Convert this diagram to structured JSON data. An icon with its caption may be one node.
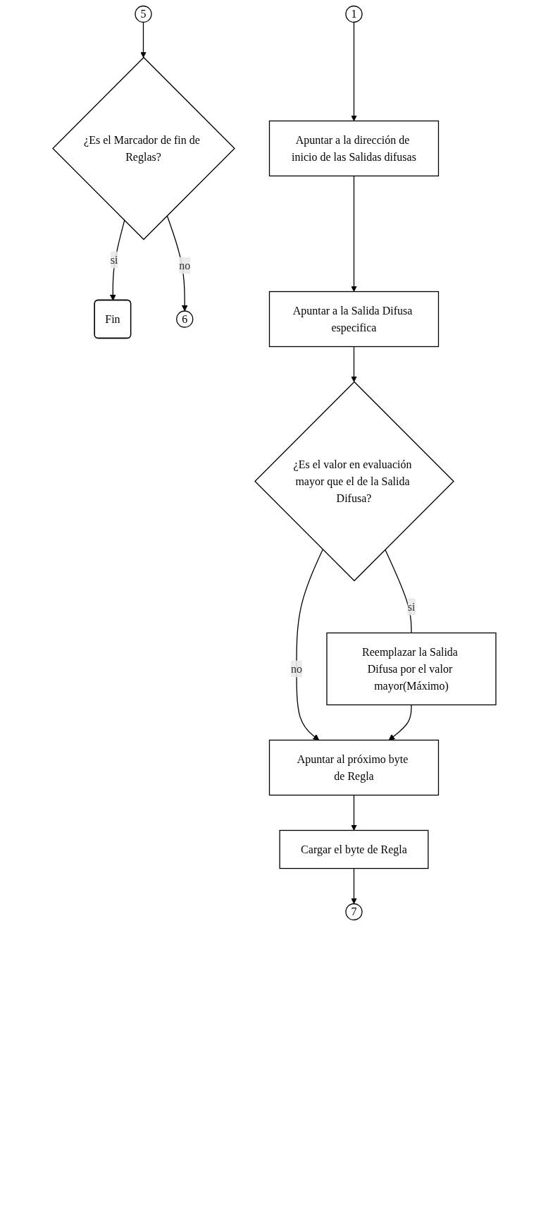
{
  "diagram": {
    "nodes": [
      {
        "text": [
          "5"
        ]
      },
      {
        "text": [
          "¿Es el Marcador de fin de Reglas?"
        ]
      },
      {
        "text": [
          "Fin"
        ]
      },
      {
        "text": [
          "6"
        ]
      },
      {
        "text": [
          "1"
        ]
      },
      {
        "text": [
          "Apuntar a la dirección de inicio de las Salidas difusas"
        ]
      },
      {
        "text": [
          "Apuntar a la Salida Difusa especifica"
        ]
      },
      {
        "text": [
          "¿Es el valor en evaluación mayor que el de la Salida Difusa?"
        ]
      },
      {
        "text": [
          "Reemplazar la Salida Difusa por el valor mayor(Máximo)"
        ]
      },
      {
        "text": [
          "Apuntar al próximo byte de Regla"
        ]
      },
      {
        "text": [
          "Cargar el byte de Regla"
        ]
      },
      {
        "text": [
          "7"
        ]
      }
    ],
    "edges": [
      {
        "from": 0,
        "to": 1,
        "arrow": "to"
      },
      {
        "from": 1,
        "to": 2,
        "arrow": "to",
        "label": "si"
      },
      {
        "from": 1,
        "to": 3,
        "arrow": "to",
        "label": "no"
      },
      {
        "from": 4,
        "to": 5,
        "arrow": "to"
      },
      {
        "from": 5,
        "to": 6,
        "arrow": "to"
      },
      {
        "from": 6,
        "to": 7,
        "arrow": "to"
      },
      {
        "from": 7,
        "to": 8,
        "arrow": "none",
        "label": "si"
      },
      {
        "from": 7,
        "to": 9,
        "arrow": "to",
        "label": "no"
      },
      {
        "from": 8,
        "to": 9,
        "arrow": "to"
      },
      {
        "from": 9,
        "to": 10,
        "arrow": "to"
      },
      {
        "from": 10,
        "to": 11,
        "arrow": "to"
      }
    ]
  }
}
